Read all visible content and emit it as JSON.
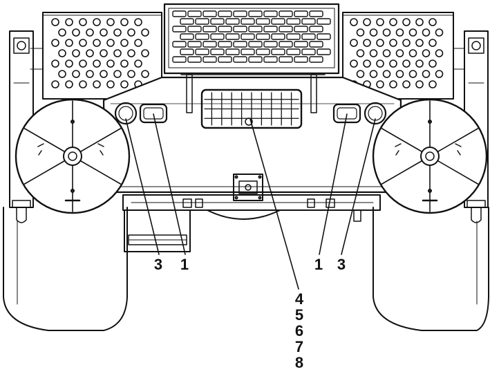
{
  "colors": {
    "ink": "#111111",
    "paper": "#ffffff",
    "light_fill": "#f4f4f4"
  },
  "callouts": {
    "left_outer": "3",
    "left_inner": "1",
    "right_inner": "1",
    "right_outer": "3",
    "center_stack": [
      "4",
      "5",
      "6",
      "7",
      "8"
    ]
  }
}
